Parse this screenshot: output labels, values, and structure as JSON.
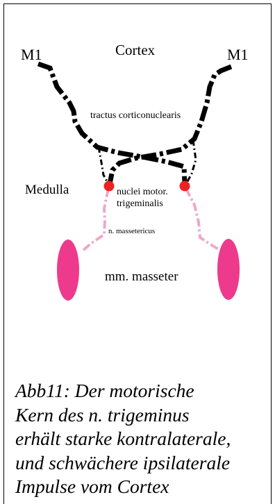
{
  "colors": {
    "tract": "#000000",
    "nerve": "#f0a8c8",
    "nucleus": "#ee2222",
    "muscle": "#ee3a8c"
  },
  "labels": {
    "m1_left": "M1",
    "m1_right": "M1",
    "cortex": "Cortex",
    "tract": "tractus corticonuclearis",
    "medulla": "Medulla",
    "nuclei_line1": "nuclei motor.",
    "nuclei_line2": "trigeminalis",
    "nerve": "n. massetericus",
    "muscle": "mm. masseter"
  },
  "caption": {
    "line1": "Abb11: Der motorische",
    "line2": "Kern des n. trigeminus",
    "line3": "erhält starke kontralaterale,",
    "line4": "und schwächere ipsilaterale",
    "line5": "Impulse vom Cortex"
  }
}
